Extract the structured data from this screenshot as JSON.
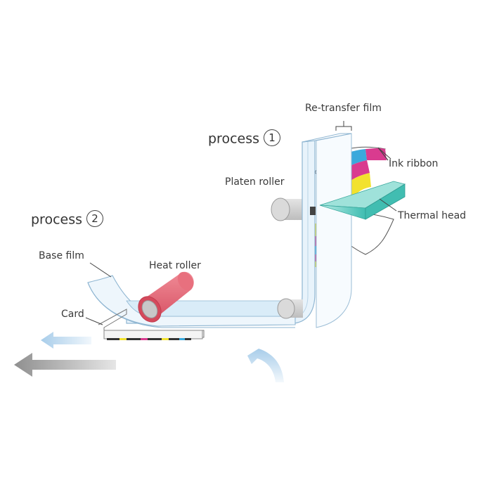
{
  "labels": {
    "retransfer_film": "Re-transfer film",
    "process1_text": "process",
    "process1_num": "1",
    "ink_ribbon": "Ink ribbon",
    "platen_roller": "Platen roller",
    "thermal_head": "Thermal head",
    "process2_text": "process",
    "process2_num": "2",
    "base_film": "Base film",
    "heat_roller": "Heat roller",
    "card": "Card"
  },
  "colors": {
    "film_fill": "#eaf4fb",
    "film_edge": "#8fb6d2",
    "heat_roller": "#e8707e",
    "heat_roller_end": "#d44a5c",
    "roller_gray": "#d5d5d5",
    "ribbon_cyan": "#3aa9dc",
    "ribbon_magenta": "#d93b8f",
    "ribbon_yellow": "#f2e22e",
    "thermal_head": "#4fc9bd",
    "arrow_gray": "#9a9a9a",
    "arrow_blue": "#b9d8ef"
  },
  "icons": {
    "process_marker": "circled-number-icon",
    "motion_arrow": "arrow-left-icon",
    "return_arrow": "curved-arrow-icon"
  }
}
